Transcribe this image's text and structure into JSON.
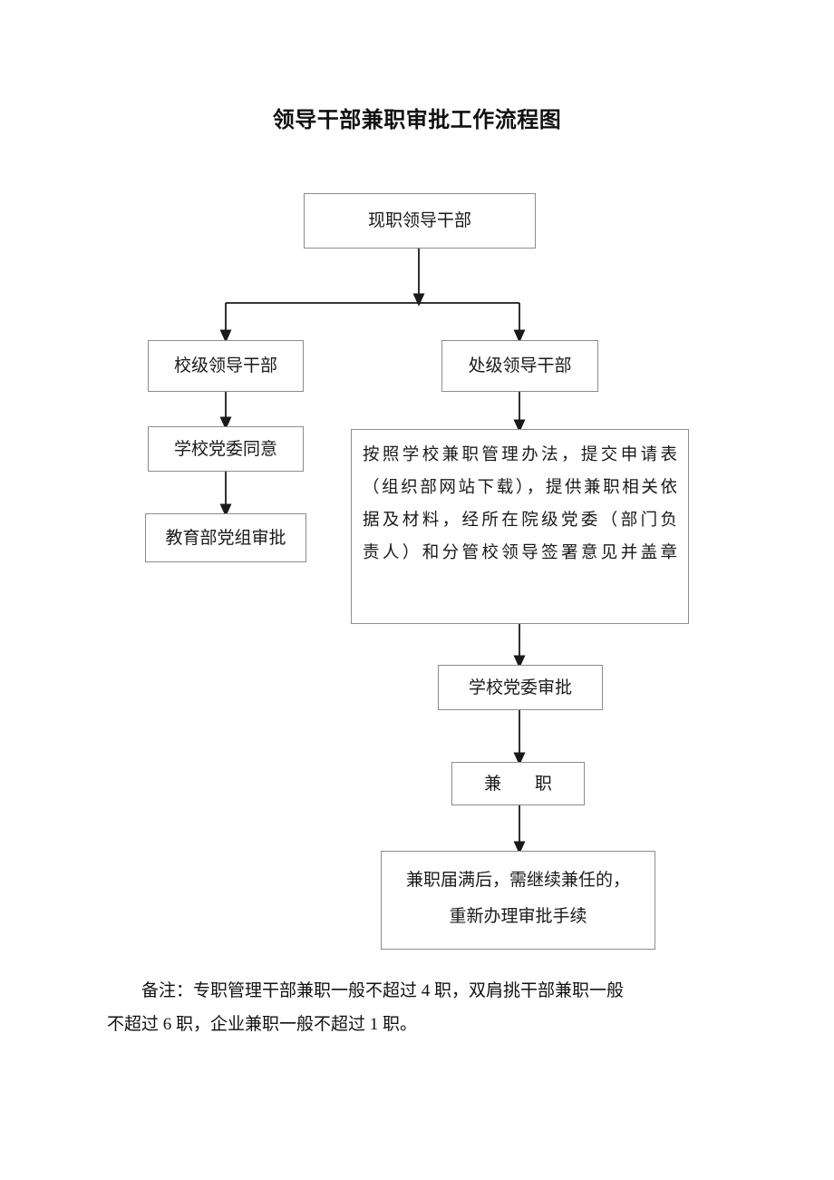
{
  "document": {
    "title": "领导干部兼职审批工作流程图"
  },
  "chart_data": {
    "type": "diagram",
    "title": "领导干部兼职审批工作流程图",
    "diagram_kind": "flowchart",
    "orientation": "top-down",
    "nodes": [
      {
        "id": "n1",
        "label": "现职领导干部"
      },
      {
        "id": "n2",
        "label": "校级领导干部"
      },
      {
        "id": "n3",
        "label": "处级领导干部"
      },
      {
        "id": "n4",
        "label": "学校党委同意"
      },
      {
        "id": "n5",
        "label": "教育部党组审批"
      },
      {
        "id": "n6",
        "label": "按照学校兼职管理办法，提交申请表（组织部网站下载），提供兼职相关依据及材料，经所在院级党委（部门负责人）和分管校领导签署意见并盖章",
        "lines": [
          "按照学校兼职管理办法，提交申请表",
          "（组织部网站下载），提供兼职相关依",
          "据及材料，经所在院级党委（部门负",
          "责人）和分管校领导签署意见并盖章"
        ]
      },
      {
        "id": "n7",
        "label": "学校党委审批"
      },
      {
        "id": "n8",
        "label": "兼 职"
      },
      {
        "id": "n9",
        "label": "兼职届满后，需继续兼任的，重新办理审批手续",
        "lines": [
          "兼职届满后，需继续兼任的，",
          "重新办理审批手续"
        ]
      }
    ],
    "edges": [
      {
        "from": "n1",
        "to": "n2",
        "style": "split-branch-arrow"
      },
      {
        "from": "n1",
        "to": "n3",
        "style": "split-branch-arrow"
      },
      {
        "from": "n2",
        "to": "n4",
        "style": "arrow"
      },
      {
        "from": "n4",
        "to": "n5",
        "style": "arrow"
      },
      {
        "from": "n3",
        "to": "n6",
        "style": "arrow"
      },
      {
        "from": "n6",
        "to": "n7",
        "style": "arrow"
      },
      {
        "from": "n7",
        "to": "n8",
        "style": "arrow"
      },
      {
        "from": "n8",
        "to": "n9",
        "style": "arrow"
      }
    ],
    "colors": {
      "box_border": "#8c8c8c",
      "box_fill": "#ffffff",
      "connector": "#1a1a1a",
      "text": "#1a1a1a"
    }
  },
  "note": {
    "line1": "备注：专职管理干部兼职一般不超过 4 职，双肩挑干部兼职一般",
    "line2": "不超过 6 职，企业兼职一般不超过 1 职。"
  }
}
